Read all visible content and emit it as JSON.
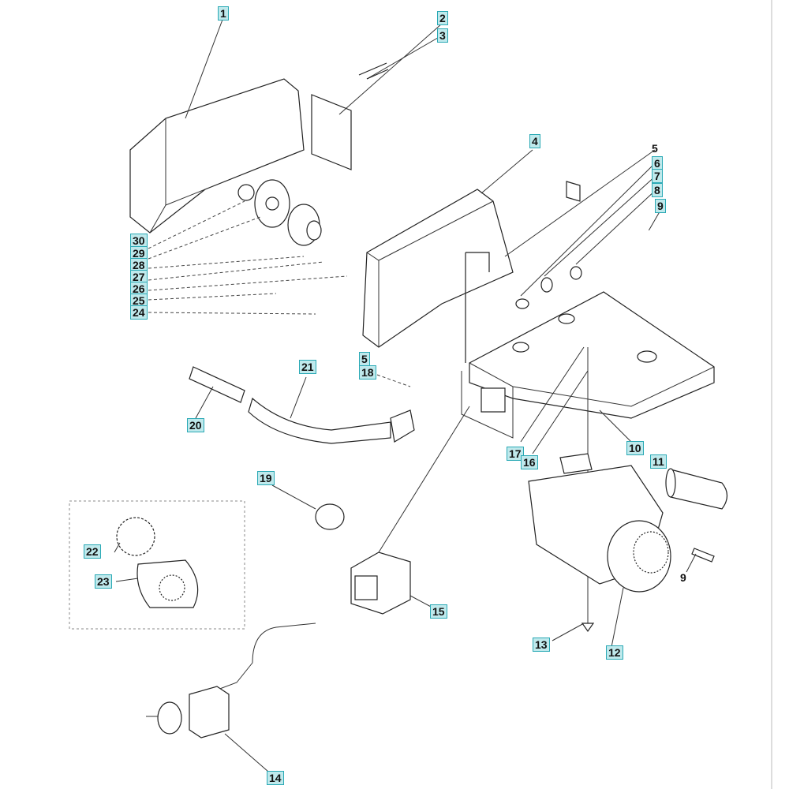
{
  "diagram": {
    "type": "exploded parts diagram",
    "callouts": [
      {
        "id": "c1",
        "text": "1",
        "boxed": true
      },
      {
        "id": "c2",
        "text": "2",
        "boxed": true
      },
      {
        "id": "c3",
        "text": "3",
        "boxed": true
      },
      {
        "id": "c4",
        "text": "4",
        "boxed": true
      },
      {
        "id": "c5a",
        "text": "5",
        "boxed": false
      },
      {
        "id": "c6",
        "text": "6",
        "boxed": true
      },
      {
        "id": "c7",
        "text": "7",
        "boxed": true
      },
      {
        "id": "c8",
        "text": "8",
        "boxed": true
      },
      {
        "id": "c9a",
        "text": "9",
        "boxed": true
      },
      {
        "id": "c30",
        "text": "30",
        "boxed": true
      },
      {
        "id": "c29",
        "text": "29",
        "boxed": true
      },
      {
        "id": "c28",
        "text": "28",
        "boxed": true
      },
      {
        "id": "c27",
        "text": "27",
        "boxed": true
      },
      {
        "id": "c26",
        "text": "26",
        "boxed": true
      },
      {
        "id": "c25",
        "text": "25",
        "boxed": true
      },
      {
        "id": "c24",
        "text": "24",
        "boxed": true
      },
      {
        "id": "c5b",
        "text": "5",
        "boxed": true
      },
      {
        "id": "c18",
        "text": "18",
        "boxed": true
      },
      {
        "id": "c21",
        "text": "21",
        "boxed": true
      },
      {
        "id": "c20",
        "text": "20",
        "boxed": true
      },
      {
        "id": "c17",
        "text": "17",
        "boxed": true
      },
      {
        "id": "c16",
        "text": "16",
        "boxed": true
      },
      {
        "id": "c10",
        "text": "10",
        "boxed": true
      },
      {
        "id": "c11",
        "text": "11",
        "boxed": true
      },
      {
        "id": "c9b",
        "text": "9",
        "boxed": false
      },
      {
        "id": "c19",
        "text": "19",
        "boxed": true
      },
      {
        "id": "c22",
        "text": "22",
        "boxed": true
      },
      {
        "id": "c23",
        "text": "23",
        "boxed": true
      },
      {
        "id": "c15",
        "text": "15",
        "boxed": true
      },
      {
        "id": "c13",
        "text": "13",
        "boxed": true
      },
      {
        "id": "c12",
        "text": "12",
        "boxed": true
      },
      {
        "id": "c14",
        "text": "14",
        "boxed": true
      }
    ]
  }
}
